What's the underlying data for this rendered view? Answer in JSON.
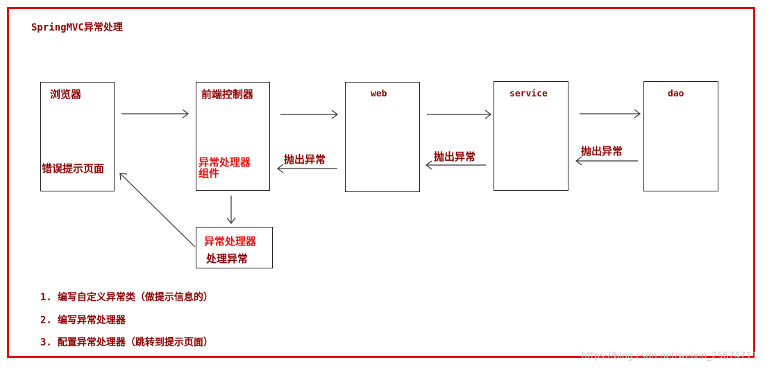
{
  "title": "SpringMVC异常处理",
  "nodes": {
    "browser": {
      "name": "浏览器",
      "sub": "错误提示页面"
    },
    "front_controller": {
      "name": "前端控制器",
      "sub_line1": "异常处理器",
      "sub_line2": "组件"
    },
    "web": {
      "name": "web"
    },
    "service": {
      "name": "service"
    },
    "dao": {
      "name": "dao"
    },
    "handler": {
      "line1": "异常处理器",
      "line2": "处理异常"
    }
  },
  "edges": {
    "throw_label": "抛出异常"
  },
  "steps": [
    {
      "num": "1.",
      "text": "编写自定义异常类（做提示信息的）"
    },
    {
      "num": "2.",
      "text": "编写异常处理器"
    },
    {
      "num": "3.",
      "text": "配置异常处理器（跳转到提示页面）"
    }
  ],
  "watermark": "https://blog.csdn.net/weixin_25674711",
  "colors": {
    "frame": "#e01212",
    "dark_text": "#8b0000",
    "red_text": "#e01212",
    "line": "#333333"
  }
}
